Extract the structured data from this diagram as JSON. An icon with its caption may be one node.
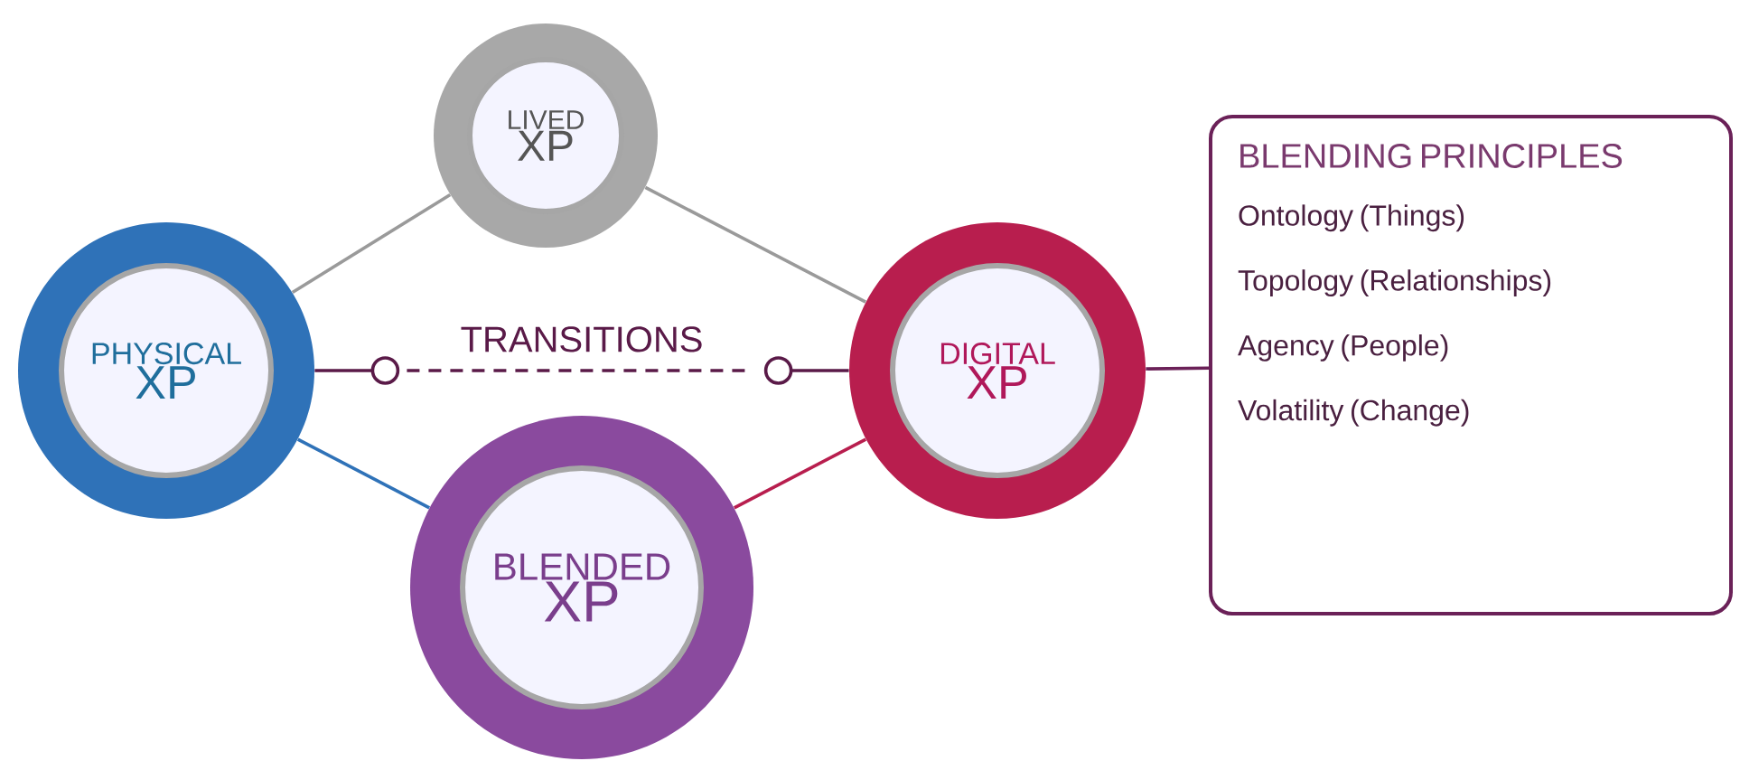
{
  "diagram": {
    "nodes": [
      {
        "text": [
          "LIVED",
          "XP"
        ]
      },
      {
        "text": [
          "PHYSICAL",
          "XP"
        ]
      },
      {
        "text": [
          "DIGITAL",
          "XP"
        ]
      },
      {
        "text": [
          "BLENDED",
          "XP"
        ]
      },
      {
        "text": [
          "BLENDING PRINCIPLES",
          "Ontology (Things)",
          "Topology (Relationships)",
          "Agency (People)",
          "Volatility (Change)"
        ]
      }
    ],
    "edges": [
      {
        "from": 0,
        "to": 1,
        "arrow": "none"
      },
      {
        "from": 0,
        "to": 2,
        "arrow": "none"
      },
      {
        "from": 1,
        "to": 2,
        "arrow": "none",
        "label": "TRANSITIONS",
        "style": "dashed",
        "color": "#5a1a48"
      },
      {
        "from": 1,
        "to": 3,
        "arrow": "none",
        "color": "#2f72b8"
      },
      {
        "from": 2,
        "to": 3,
        "arrow": "none",
        "color": "#b81e4e"
      },
      {
        "from": 2,
        "to": 4,
        "arrow": "none",
        "color": "#6b2158"
      }
    ]
  }
}
